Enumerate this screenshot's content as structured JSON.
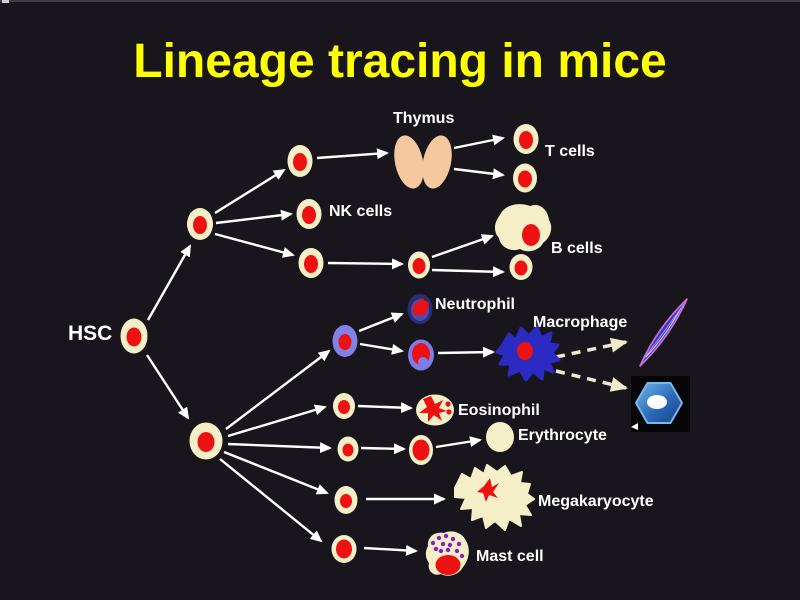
{
  "title": "Lineage tracing in mice",
  "labels": {
    "hsc": "HSC",
    "thymus": "Thymus",
    "t_cells": "T cells",
    "nk_cells": "NK cells",
    "b_cells": "B cells",
    "neutrophil": "Neutrophil",
    "macrophage": "Macrophage",
    "eosinophil": "Eosinophil",
    "erythrocyte": "Erythrocyte",
    "megakaryocyte": "Megakaryocyte",
    "mast_cell": "Mast cell"
  },
  "colors": {
    "background": "#18161c",
    "title_text": "#feff00",
    "label_text": "#ffffff",
    "cell_body_cream": "#f5efc8",
    "nucleus_red": "#ee1111",
    "progenitor_blue": "#8282e6",
    "neutrophil_navy": "#2b2b78",
    "neutrophil_inner_blue": "#4b4bb4",
    "macrophage_blue": "#2b2bc4",
    "thymus_peach": "#f6c8a0",
    "arrow_white": "#ffffff",
    "dashed_arrow_cream": "#efeacb",
    "mast_granule_purple": "#8822bb",
    "spindle_outline_pink": "#d36cd0",
    "hexagon_blue": "#2a6ab8"
  },
  "lineage": {
    "root": "HSC",
    "edges": [
      {
        "from": "HSC",
        "to": "lymphoid progenitor",
        "style": "solid"
      },
      {
        "from": "HSC",
        "to": "myeloid progenitor",
        "style": "solid"
      },
      {
        "from": "lymphoid progenitor",
        "to": "T-cell precursor",
        "style": "solid"
      },
      {
        "from": "lymphoid progenitor",
        "to": "NK cells",
        "style": "solid"
      },
      {
        "from": "lymphoid progenitor",
        "to": "B-cell precursor",
        "style": "solid"
      },
      {
        "from": "T-cell precursor",
        "to": "Thymus",
        "style": "solid"
      },
      {
        "from": "Thymus",
        "to": "T cells (upper)",
        "style": "solid"
      },
      {
        "from": "Thymus",
        "to": "T cells (lower)",
        "style": "solid"
      },
      {
        "from": "B-cell precursor",
        "to": "pre-B cell",
        "style": "solid"
      },
      {
        "from": "pre-B cell",
        "to": "B cells (blob)",
        "style": "solid"
      },
      {
        "from": "pre-B cell",
        "to": "B cells (round)",
        "style": "solid"
      },
      {
        "from": "myeloid progenitor",
        "to": "granulocyte-monocyte progenitor",
        "style": "solid"
      },
      {
        "from": "granulocyte-monocyte progenitor",
        "to": "Neutrophil",
        "style": "solid"
      },
      {
        "from": "granulocyte-monocyte progenitor",
        "to": "monocyte",
        "style": "solid"
      },
      {
        "from": "monocyte",
        "to": "Macrophage",
        "style": "solid"
      },
      {
        "from": "Macrophage",
        "to": "spindle-shaped cell",
        "style": "dashed"
      },
      {
        "from": "Macrophage",
        "to": "hexagonal cell",
        "style": "dashed"
      },
      {
        "from": "myeloid progenitor",
        "to": "eosinophil precursor",
        "style": "solid"
      },
      {
        "from": "eosinophil precursor",
        "to": "Eosinophil",
        "style": "solid"
      },
      {
        "from": "myeloid progenitor",
        "to": "erythroid precursor",
        "style": "solid"
      },
      {
        "from": "erythroid precursor",
        "to": "erythroblast",
        "style": "solid"
      },
      {
        "from": "erythroblast",
        "to": "Erythrocyte",
        "style": "solid"
      },
      {
        "from": "myeloid progenitor",
        "to": "megakaryocyte precursor",
        "style": "solid"
      },
      {
        "from": "megakaryocyte precursor",
        "to": "Megakaryocyte",
        "style": "solid"
      },
      {
        "from": "myeloid progenitor",
        "to": "mast-cell precursor",
        "style": "solid"
      },
      {
        "from": "mast-cell precursor",
        "to": "Mast cell",
        "style": "solid"
      }
    ]
  }
}
